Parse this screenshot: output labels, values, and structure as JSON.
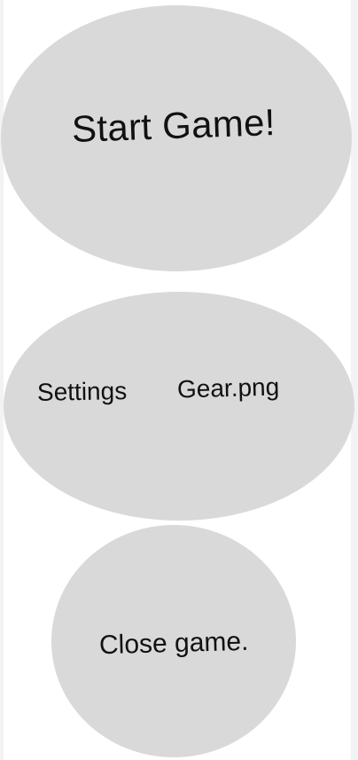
{
  "menu": {
    "start_label": "Start Game!",
    "settings_label": "Settings",
    "settings_icon_text": "Gear.png",
    "close_label": "Close game."
  },
  "colors": {
    "button_fill": "#d9d9d9",
    "background": "#ffffff",
    "text": "#111111"
  }
}
